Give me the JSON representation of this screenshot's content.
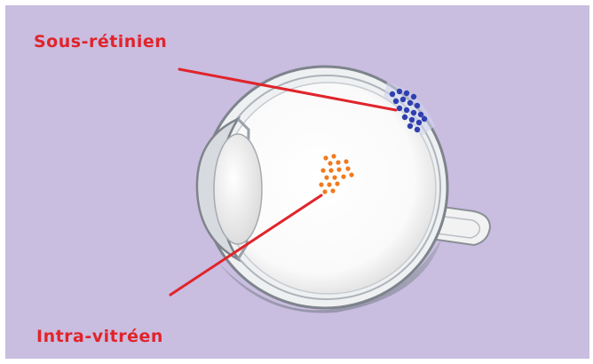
{
  "labels": {
    "subretinal": "Sous-rétinien",
    "intravitreal": "Intra-vitréen"
  },
  "colors": {
    "background": "#c9bde0",
    "label": "#e0242b",
    "pointer": "#e0242b",
    "subretinal_dots": "#2f3fb0",
    "intravitreal_dots": "#f07a1e"
  },
  "icons": [
    "eye-cross-section"
  ]
}
